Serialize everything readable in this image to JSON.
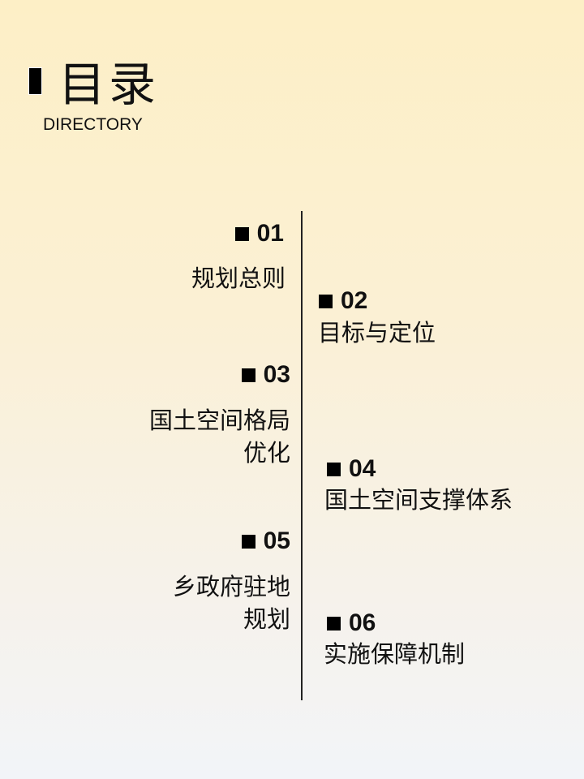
{
  "header": {
    "title": "目录",
    "subtitle": "DIRECTORY"
  },
  "items": [
    {
      "num": "01",
      "label": [
        "规划总则"
      ]
    },
    {
      "num": "02",
      "label": [
        "目标与定位"
      ]
    },
    {
      "num": "03",
      "label": [
        "国土空间格局",
        "优化"
      ]
    },
    {
      "num": "04",
      "label": [
        "国土空间支撑体系"
      ]
    },
    {
      "num": "05",
      "label": [
        "乡政府驻地",
        "规划"
      ]
    },
    {
      "num": "06",
      "label": [
        "实施保障机制"
      ]
    }
  ]
}
